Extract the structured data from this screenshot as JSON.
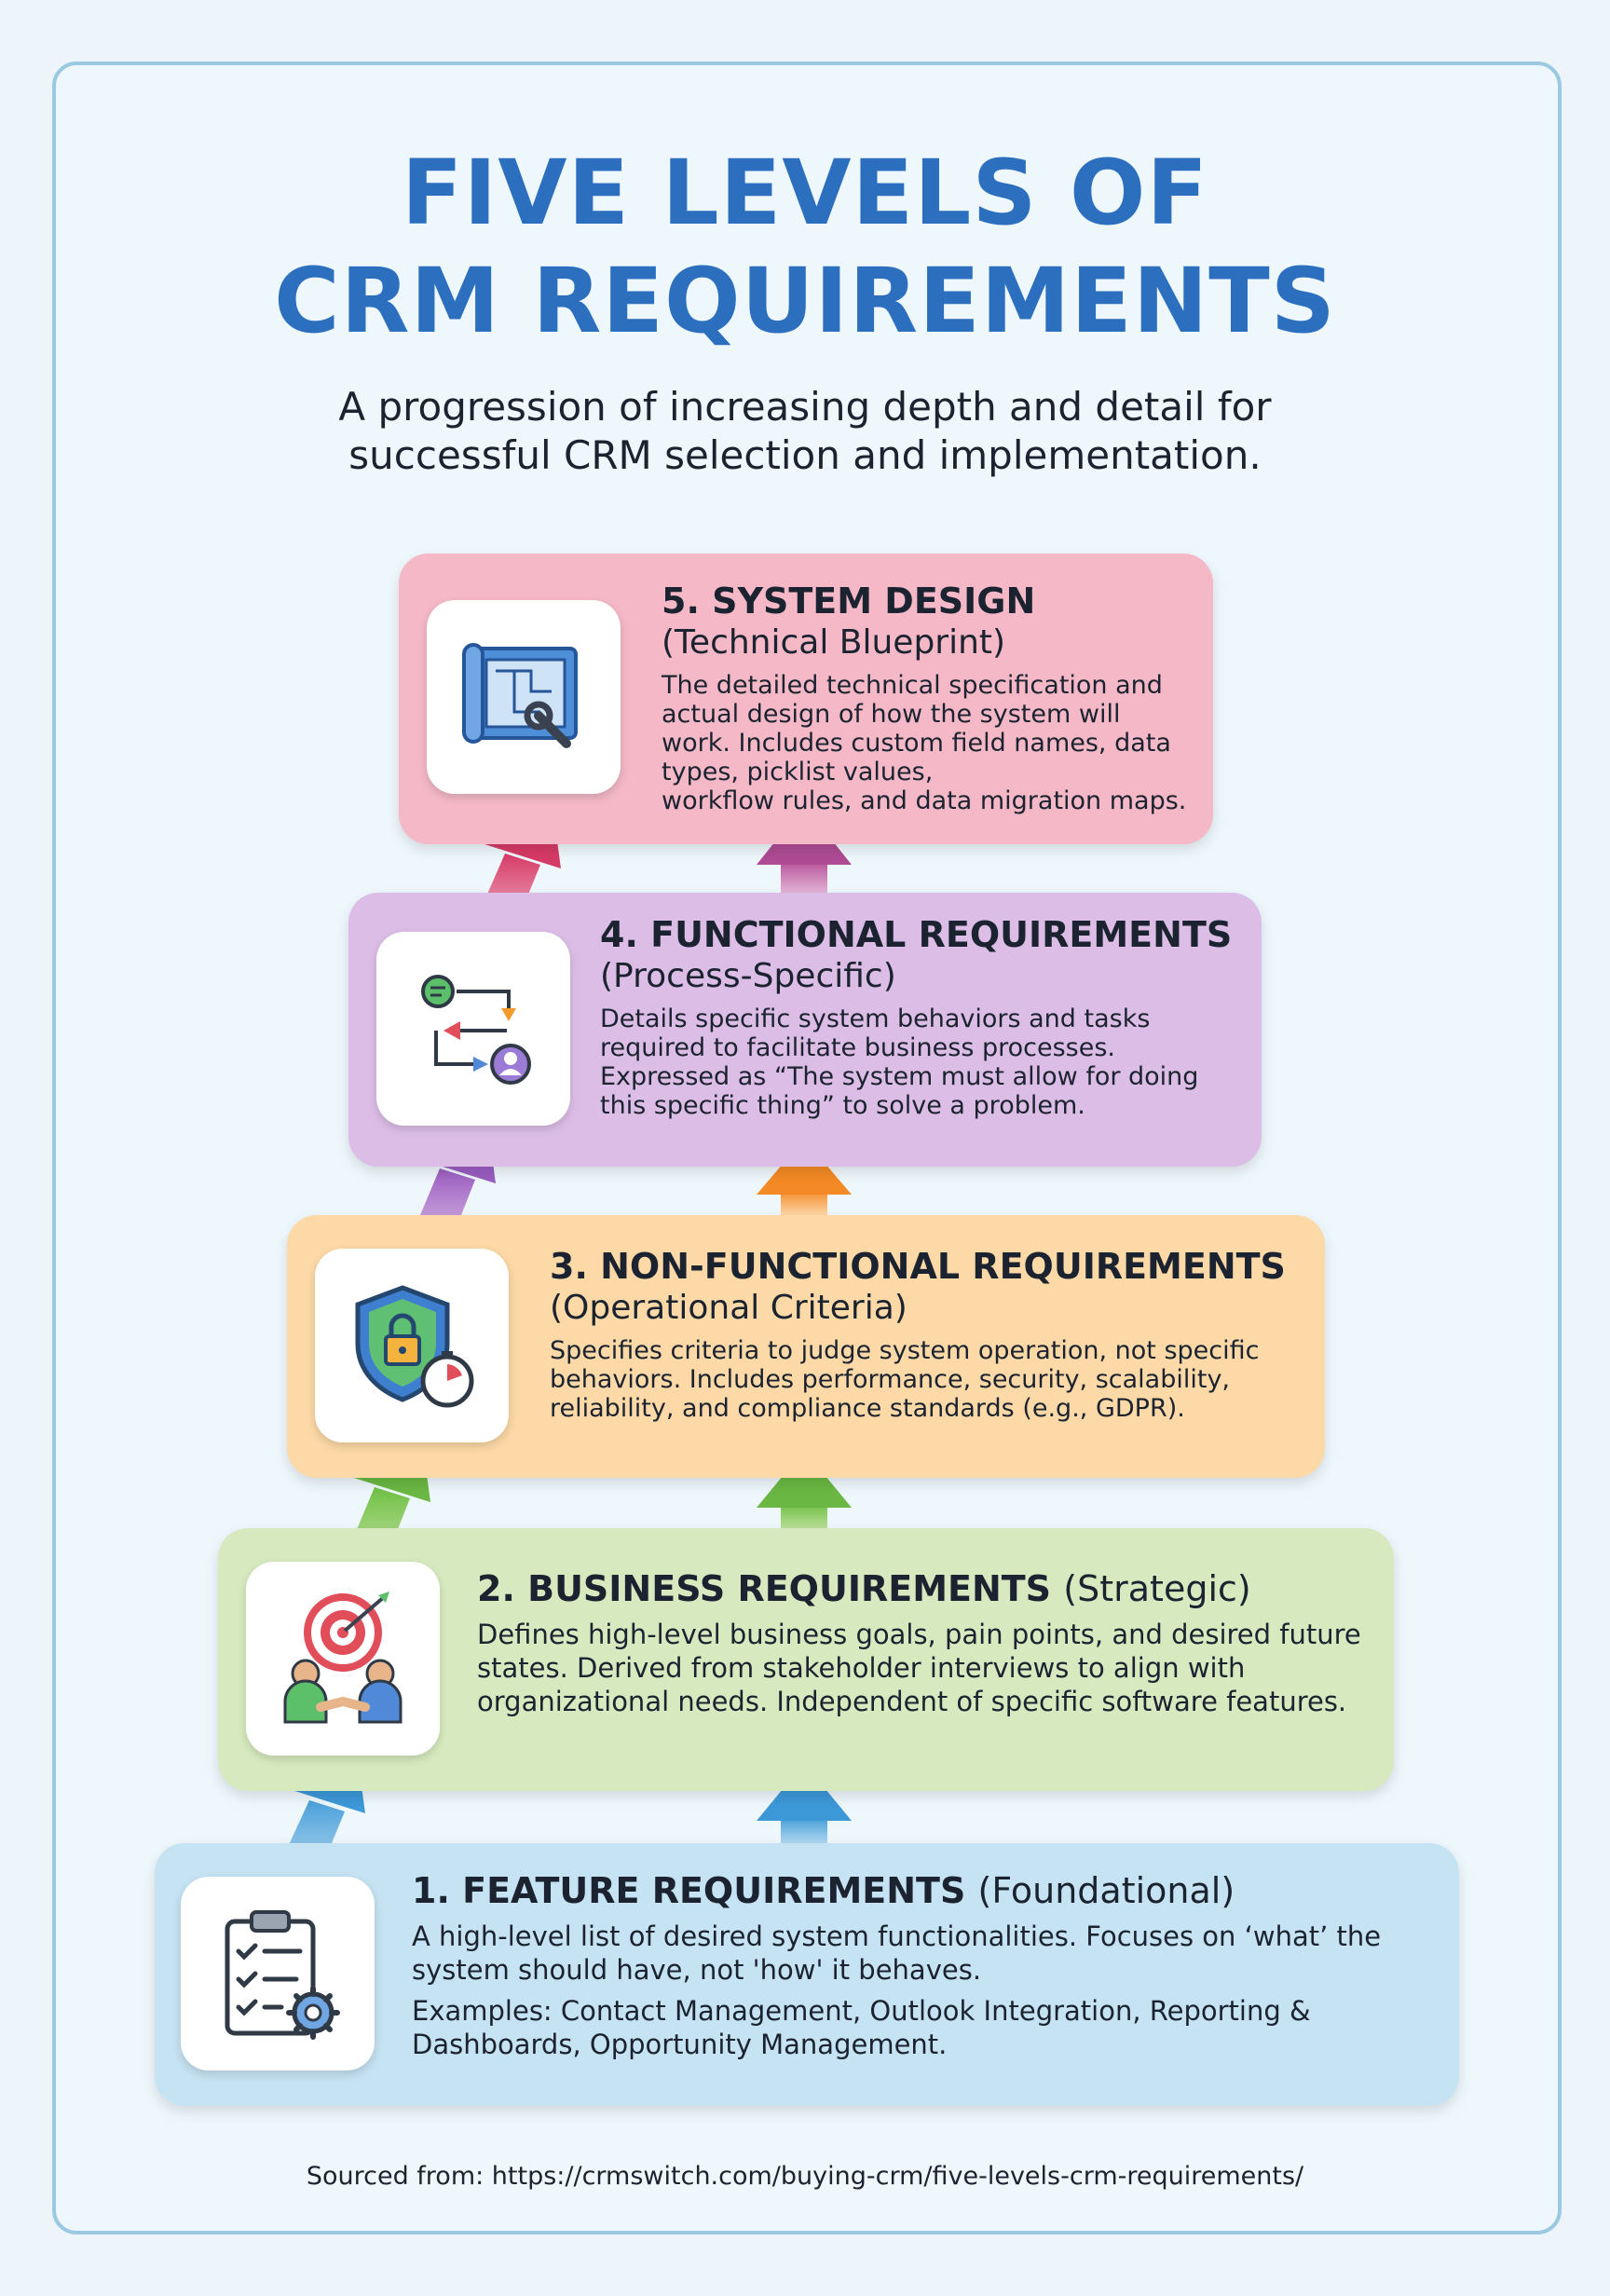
{
  "title": {
    "line1": "FIVE LEVELS OF",
    "line2": "CRM REQUIREMENTS"
  },
  "subtitle": {
    "line1": "A progression of increasing depth and detail for",
    "line2": "successful CRM selection and implementation."
  },
  "levels": [
    {
      "heading": "5. SYSTEM DESIGN",
      "tag": "(Technical Blueprint)",
      "lines": [
        "The detailed technical specification and",
        "actual design of how the system will",
        "work. Includes custom field names, data",
        "types, picklist values,",
        "workflow rules, and data migration maps."
      ],
      "icon": "blueprint-wrench-icon",
      "color": "#f4b8c6"
    },
    {
      "heading": "4. FUNCTIONAL REQUIREMENTS",
      "tag": "(Process-Specific)",
      "lines": [
        "Details specific system behaviors and tasks",
        "required to facilitate business processes.",
        "Expressed as “The system must allow for doing",
        "this specific thing” to solve a problem."
      ],
      "icon": "process-flow-icon",
      "color": "#dcbde6"
    },
    {
      "heading": "3. NON-FUNCTIONAL REQUIREMENTS",
      "tag": "(Operational Criteria)",
      "lines": [
        "Specifies criteria to judge system operation, not specific",
        "behaviors. Includes performance, security, scalability,",
        "reliability, and compliance standards (e.g., GDPR)."
      ],
      "icon": "shield-lock-stopwatch-icon",
      "color": "#fcd9a6"
    },
    {
      "heading": "2. BUSINESS REQUIREMENTS",
      "tag": "(Strategic)",
      "lines": [
        "Defines high-level business goals, pain points, and desired future",
        "states. Derived from stakeholder interviews to align with",
        "organizational needs. Independent of specific software features."
      ],
      "icon": "target-handshake-icon",
      "color": "#d7eabf"
    },
    {
      "heading": "1. FEATURE REQUIREMENTS",
      "tag": "(Foundational)",
      "lines": [
        "A high-level list of desired system functionalities. Focuses on ‘what’ the",
        "system should have, not 'how' it behaves."
      ],
      "examples": [
        "Examples: Contact Management, Outlook Integration, Reporting &",
        "Dashboards, Opportunity Management."
      ],
      "icon": "checklist-gear-icon",
      "color": "#c6e3f3"
    }
  ],
  "footer": "Sourced from: https://crmswitch.com/buying-crm/five-levels-crm-requirements/"
}
